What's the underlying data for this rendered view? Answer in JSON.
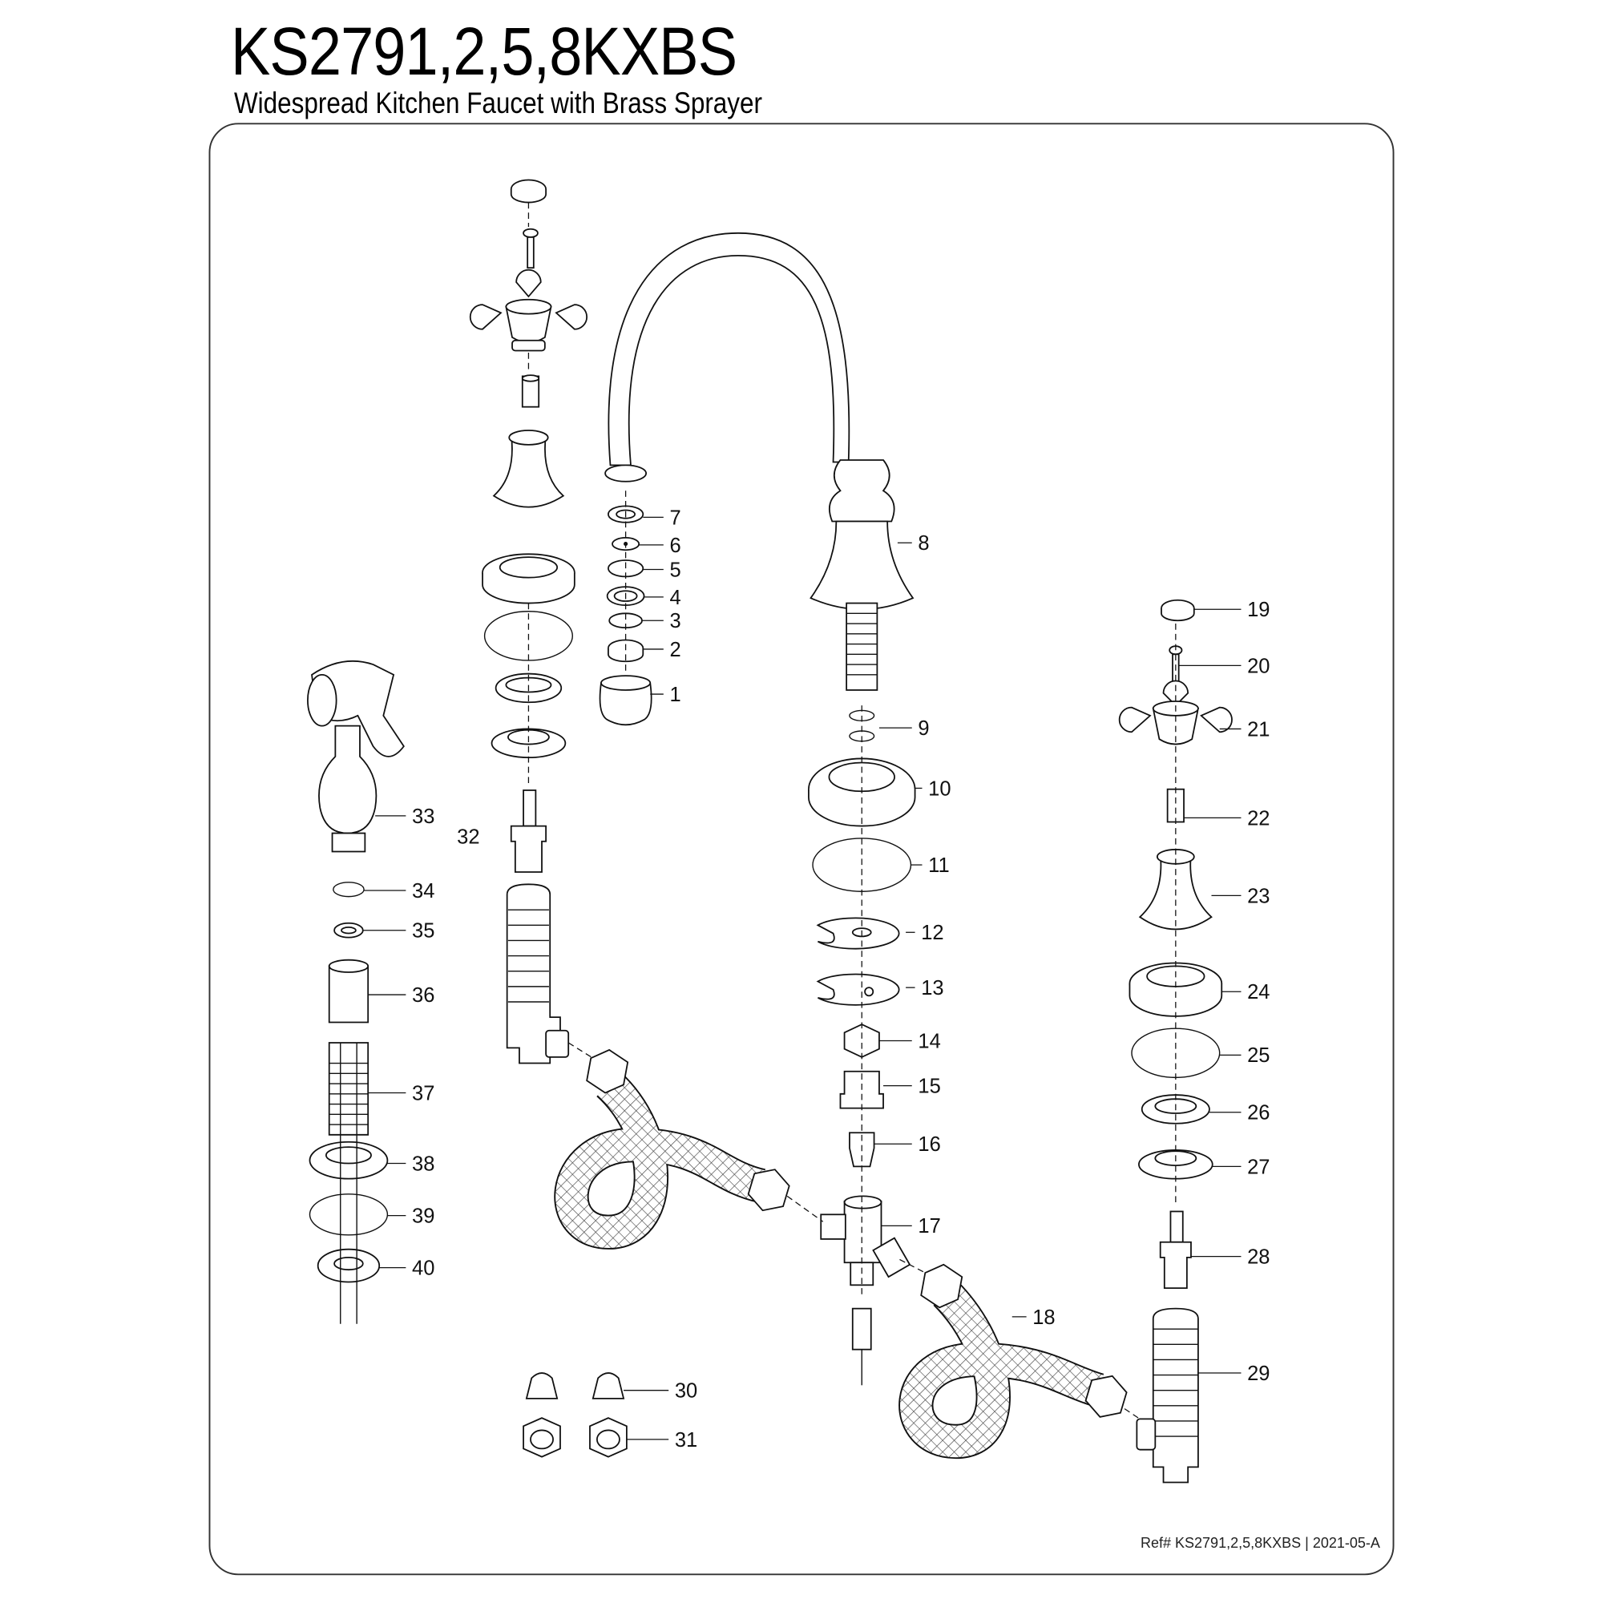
{
  "header": {
    "title": "KS2791,2,5,8KXBS",
    "subtitle": "Widespread Kitchen Faucet with Brass Sprayer"
  },
  "footer": {
    "reference": "Ref# KS2791,2,5,8KXBS | 2021-05-A"
  },
  "part_labels": [
    "1",
    "2",
    "3",
    "4",
    "5",
    "6",
    "7",
    "8",
    "9",
    "10",
    "11",
    "12",
    "13",
    "14",
    "15",
    "16",
    "17",
    "18",
    "19",
    "20",
    "21",
    "22",
    "23",
    "24",
    "25",
    "26",
    "27",
    "28",
    "29",
    "30",
    "31",
    "32",
    "33",
    "34",
    "35",
    "36",
    "37",
    "38",
    "39",
    "40"
  ],
  "colors": {
    "line": "#111111",
    "background": "#ffffff"
  }
}
